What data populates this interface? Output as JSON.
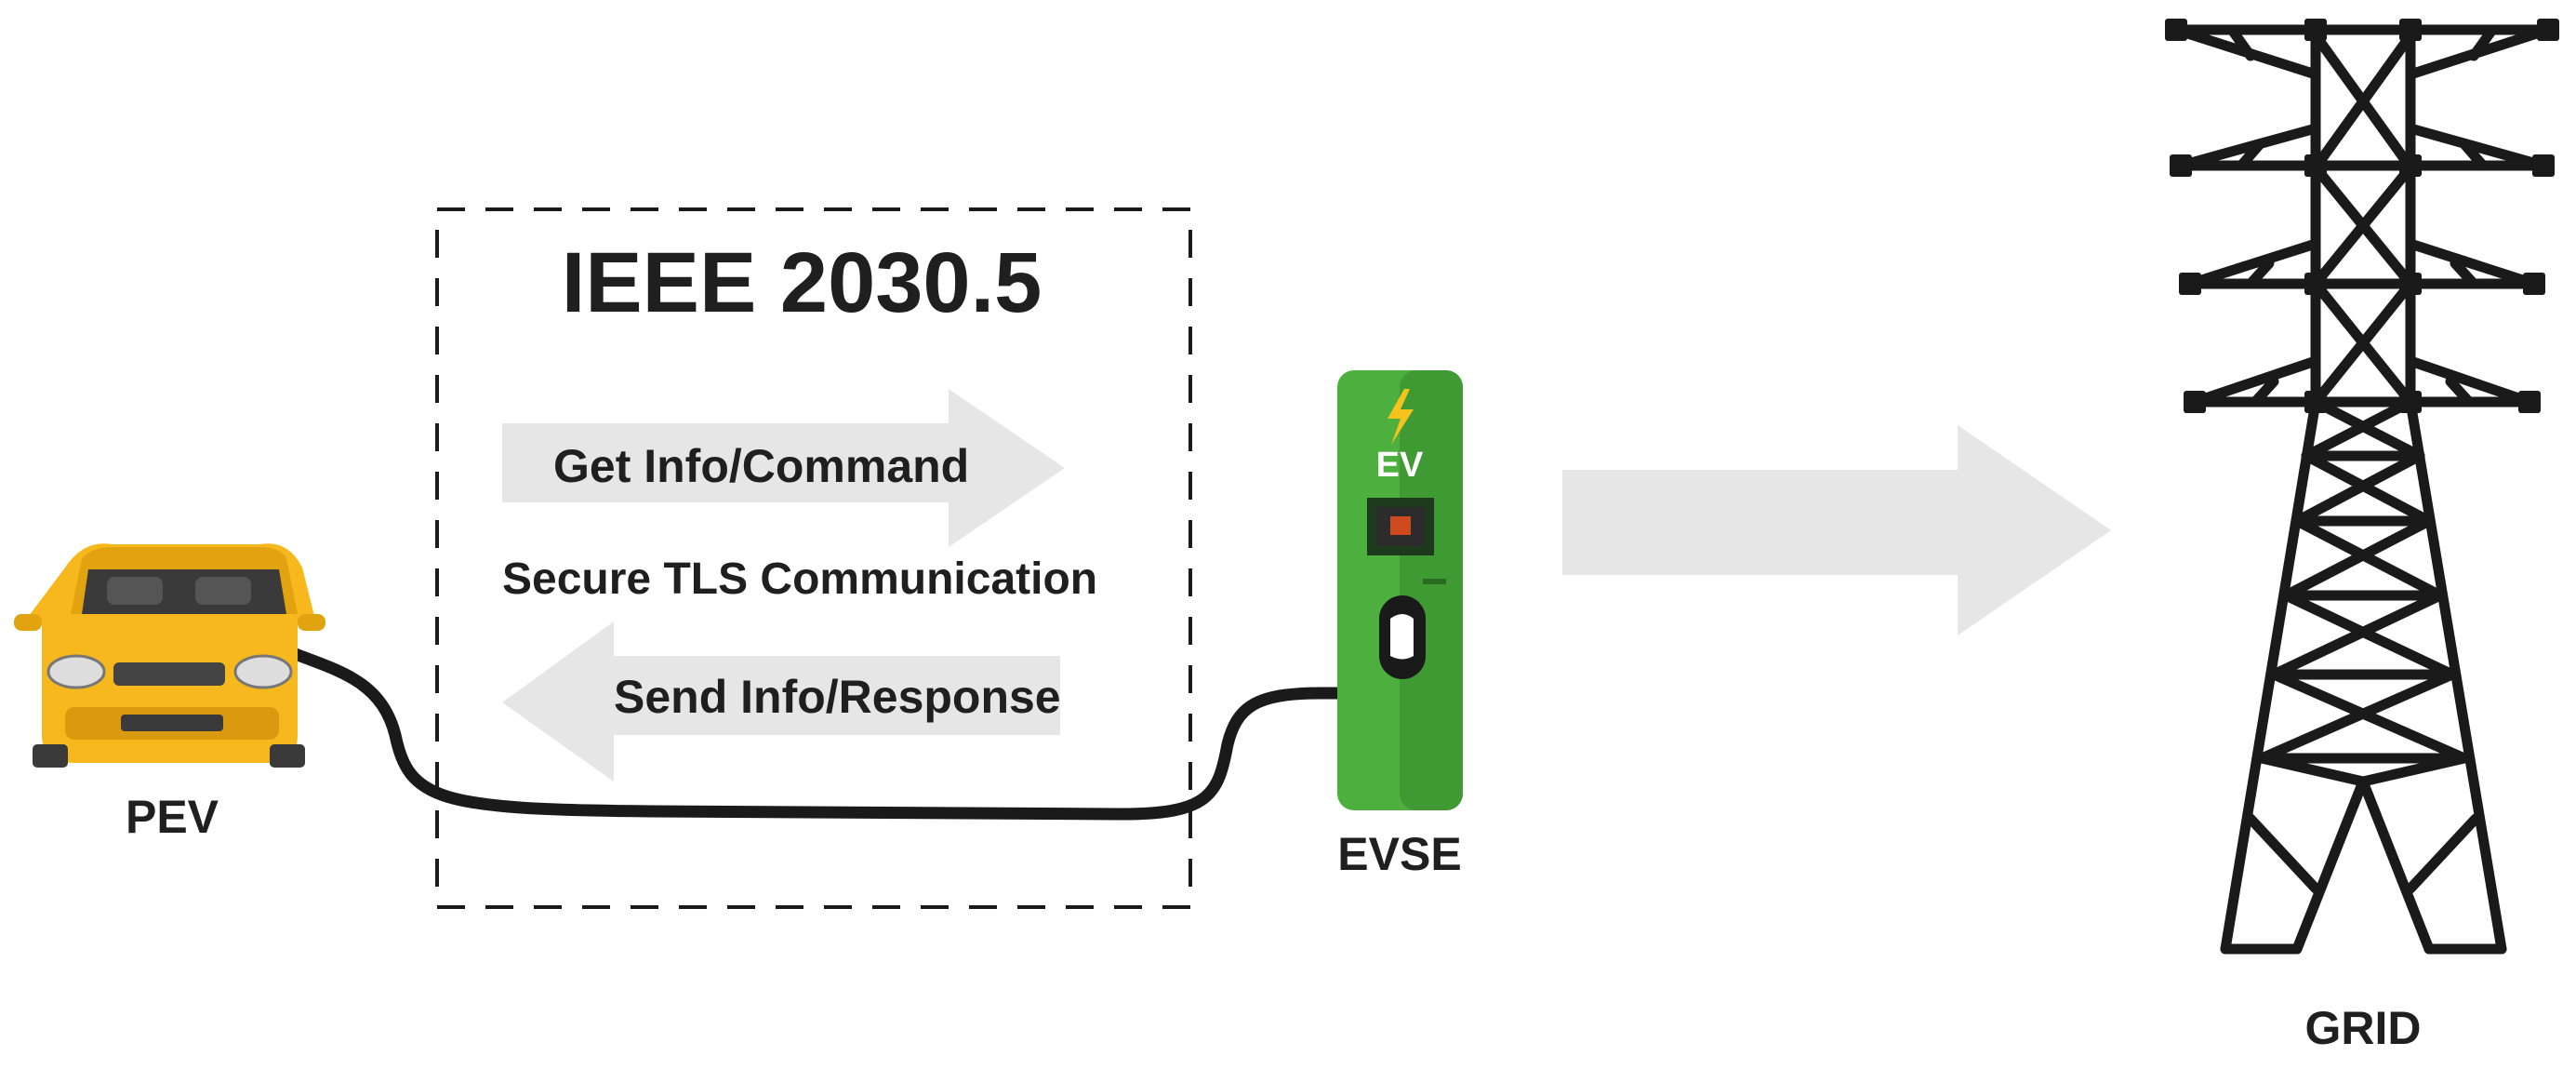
{
  "protocol": {
    "title": "IEEE 2030.5",
    "get_label": "Get Info/Command",
    "secure_label": "Secure TLS Communication",
    "send_label": "Send Info/Response"
  },
  "nodes": {
    "pev_label": "PEV",
    "evse_label": "EVSE",
    "evse_tag": "EV",
    "grid_label": "GRID"
  },
  "colors": {
    "car": "#f6b81c",
    "charger": "#4caf3e",
    "arrow": "#e6e6e6",
    "line": "#1a1a1a"
  }
}
